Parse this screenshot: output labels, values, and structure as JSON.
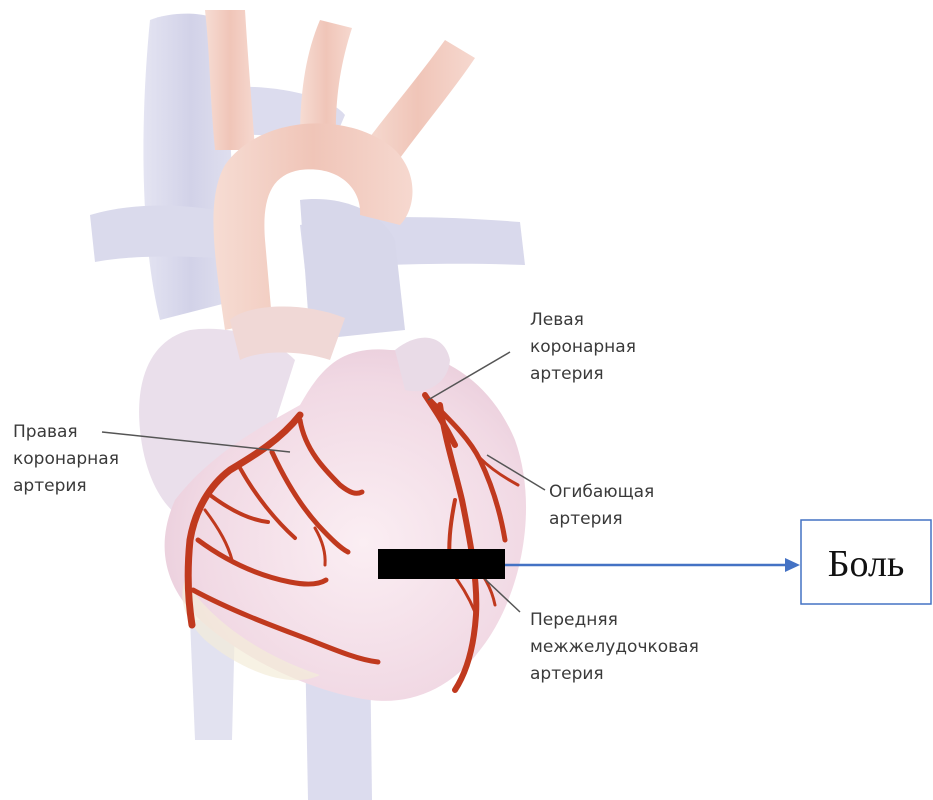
{
  "labels": {
    "left_coronary": [
      "Левая",
      "коронарная",
      "артерия"
    ],
    "right_coronary": [
      "Правая",
      "коронарная",
      "артерия"
    ],
    "circumflex": [
      "Огибающая",
      "артерия"
    ],
    "anterior_interventricular": [
      "Передняя",
      "межжелудочковая",
      "артерия"
    ]
  },
  "pain_box": {
    "text": "Боль"
  },
  "colors": {
    "artery": "#c0391e",
    "heart": "#f3dde8",
    "vessels": "#d6d6ea",
    "aorta": "#f3cdc4",
    "arrow": "#4472c4",
    "box_border": "#4472c4",
    "redaction": "#000000"
  }
}
